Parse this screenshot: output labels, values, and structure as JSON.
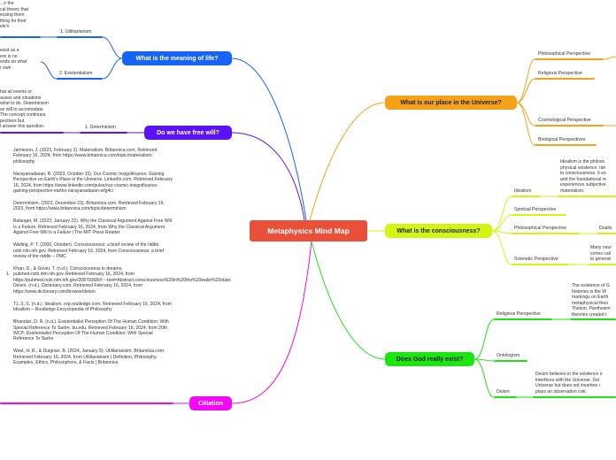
{
  "root": {
    "label": "Metaphysics Mind Map"
  },
  "colors": {
    "root": "#e8503a",
    "meaning": "#1763f3",
    "freewill": "#5b12f4",
    "citation": "#f109f5",
    "place": "#f5a21a",
    "consciousness": "#d4f50f",
    "god": "#1de512"
  },
  "topics": {
    "meaning": {
      "label": "What is the meaning of life?",
      "children": [
        {
          "label": "1. Utilitarianism",
          "text": "...n the\ncal theory that\nessing them\nthing for their\nele's"
        },
        {
          "label": "2. Existentialism",
          "text": "exist as a\nere is no\nends on what\nr own"
        }
      ]
    },
    "freewill": {
      "label": "Do we have free will?",
      "children": [
        {
          "label": "1. Determinism",
          "text": "hat all events or\nauses and situations\nwhat to do. Determinism\nse will to accomodate\nThe concept continues\npectives but\nl answer this question."
        }
      ]
    },
    "citation": {
      "label": "Citiation",
      "marker": "1.",
      "refs": [
        "Jamieson, J. (2023, February 2). Materialism. Britannica.com. Retrieved February 16, 2024, from https://www.britannica.com/topic/materialism-philosophy",
        "Narayanadasan, R. (2023, October 15). Our Cosmic Insignificance: Gaining Perspective on Earth's Place in the Universe. LinkedIn.com. Retrieved February 16, 2024, from https://www.linkedin.com/pulse/our-cosmic-insignificance-gaining-perspective-earths-narayanadasan-wfg4c/",
        "Determinism. (2023, December 23). Britannica.com. Retrieved February 16, 2023, from https://www.britannica.com/topic/determinism",
        "Balanger, M. (2022, January 22). Why the Classical Argument Against Free Will Is a Failure. Retrieved February 16, 2024, from Why the Classical Argument Against Free Will Is a Failure | The MIT Press Reader",
        "Walling, P. T. (2000, October). Consciousness: a brief review of the riddle. ncbi.nlm.nih.gov. Retrieved February 16, 2024, from Consciousness: a brief review of the riddle – PMC",
        "Khan, D., & Gover, T. (n.d.). Consciousness in dreams. pubmed.ncbi.nlm.nih.gov. Retrieved February 16, 2024, from https://pubmed.ncbi.nlm.nih.gov/20870068/#:~:text=Abstract,consciousness%20in%20the%20wake%20state. Deism. (n.d.). Dictionary.com. Retrieved February 16, 2024, from https://www.dictionary.com/browse/deism",
        "T.L.S, S. (n.d.). Idealism. rep.routledge.com. Retrieved February 16, 2024, from Idealism – Routledge Encyclopedia of Philosophy",
        "Bhandari, D. R. (n.d.). Existentialist Perception Of The Human Condition: With Special Reference To Sartre. bu.edu. Retrieved February 16, 2024, from 20th WCP: Existentialist Perception Of The Human Condition: With Special Reference To Sartre",
        "West, H. R., & Duignan, B. (2024, January 5). Utilitarianism. Britannica.com. Retrieved February 16, 2024, from Utilitarianism | Definition, Philosophy, Examples, Ethics, Philosophers, & Facts | Britannica"
      ]
    },
    "place": {
      "label": "What is our place in the Universe?",
      "children": [
        {
          "label": "Philosophical Perspective"
        },
        {
          "label": "Religious Perspective"
        },
        {
          "label": "Cosmological Perspective"
        },
        {
          "label": "Biological Perspectives"
        }
      ]
    },
    "consciousness": {
      "label": "What is the consciousness?",
      "children": [
        {
          "label": "Idealism",
          "text": "Idealism is the philoso\nphysical existence. Ide\nto consciousness. It en\nand the foundational re\nexperiences subjective\nmaterialism."
        },
        {
          "label": "Spiritual Perspective"
        },
        {
          "label": "Philosophical Perspective",
          "right": "Dualis"
        },
        {
          "label": "Scienetic Perspective",
          "text": "Many neur\ncortex call\nto generat"
        }
      ]
    },
    "god": {
      "label": "Does God really exist?",
      "children": [
        {
          "label": "Religious Perspective",
          "text": "The existence of G\nhistories in the W\nmarkings on Earth\nmetaphysical theo\nTheism, Pantheism\ntheories created t"
        },
        {
          "label": "Ontologism"
        },
        {
          "label": "Deism",
          "text": "Deism believes in the existence o\ninterferes with the Universe. Dei\nUniverse but does not invertine i\nplays an observation role."
        }
      ]
    }
  }
}
